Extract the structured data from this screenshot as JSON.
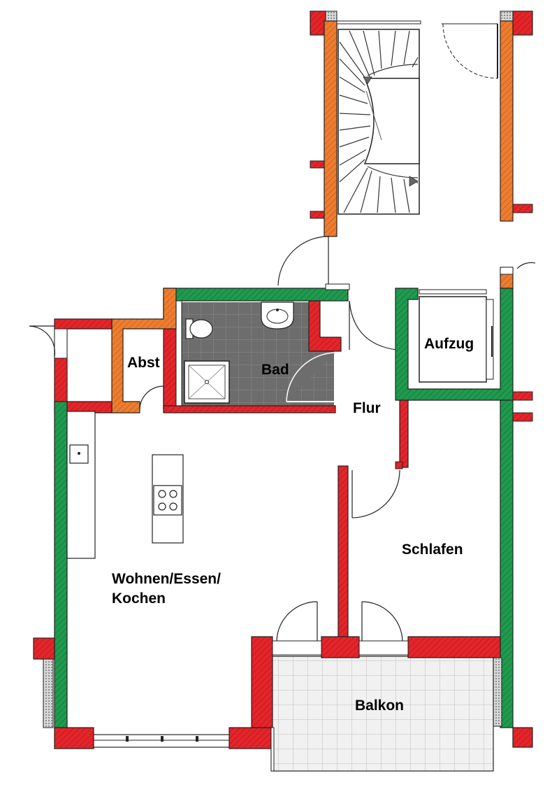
{
  "rooms": {
    "abst": "Abst",
    "bad": "Bad",
    "flur": "Flur",
    "aufzug": "Aufzug",
    "schlafen": "Schlafen",
    "wohnen_line1": "Wohnen/Essen/",
    "wohnen_line2": "Kochen",
    "balkon": "Balkon"
  },
  "colors": {
    "wall_red": "#e4252a",
    "wall_green": "#1f9a4e",
    "wall_orange": "#ef7d2f",
    "bath_tile": "#6d6d6d",
    "balcony_tile": "#f1f1f1",
    "outline": "#222222"
  }
}
